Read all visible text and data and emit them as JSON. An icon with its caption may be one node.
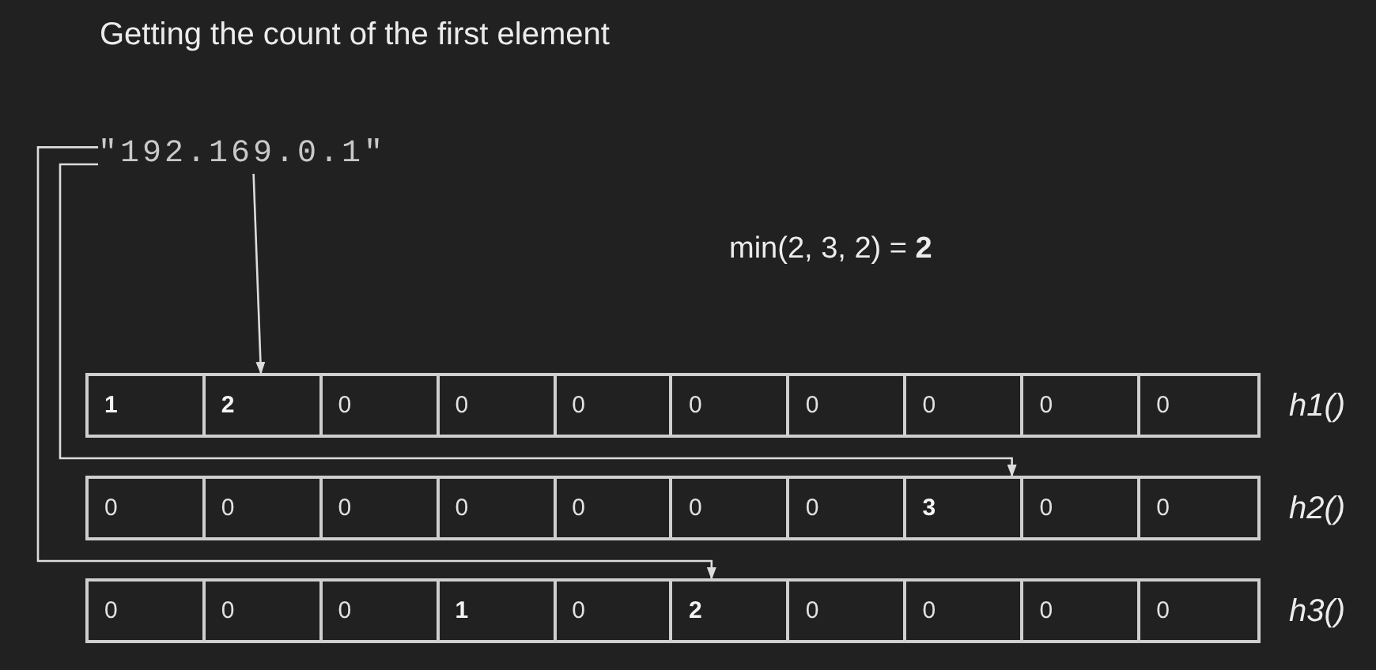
{
  "diagram": {
    "title": "Getting the count of the first element",
    "nodes": [
      {
        "text": [
          "\"192.169.0.1\""
        ]
      },
      {
        "text": [
          "h1()"
        ]
      },
      {
        "text": [
          "1"
        ],
        "in": 1
      },
      {
        "text": [
          "2"
        ],
        "in": 1
      },
      {
        "text": [
          "0"
        ],
        "in": 1
      },
      {
        "text": [
          "0"
        ],
        "in": 1
      },
      {
        "text": [
          "0"
        ],
        "in": 1
      },
      {
        "text": [
          "0"
        ],
        "in": 1
      },
      {
        "text": [
          "0"
        ],
        "in": 1
      },
      {
        "text": [
          "0"
        ],
        "in": 1
      },
      {
        "text": [
          "0"
        ],
        "in": 1
      },
      {
        "text": [
          "0"
        ],
        "in": 1
      },
      {
        "text": [
          "h2()"
        ]
      },
      {
        "text": [
          "0"
        ],
        "in": 12
      },
      {
        "text": [
          "0"
        ],
        "in": 12
      },
      {
        "text": [
          "0"
        ],
        "in": 12
      },
      {
        "text": [
          "0"
        ],
        "in": 12
      },
      {
        "text": [
          "0"
        ],
        "in": 12
      },
      {
        "text": [
          "0"
        ],
        "in": 12
      },
      {
        "text": [
          "0"
        ],
        "in": 12
      },
      {
        "text": [
          "3"
        ],
        "in": 12
      },
      {
        "text": [
          "0"
        ],
        "in": 12
      },
      {
        "text": [
          "0"
        ],
        "in": 12
      },
      {
        "text": [
          "h3()"
        ]
      },
      {
        "text": [
          "0"
        ],
        "in": 23
      },
      {
        "text": [
          "0"
        ],
        "in": 23
      },
      {
        "text": [
          "0"
        ],
        "in": 23
      },
      {
        "text": [
          "1"
        ],
        "in": 23
      },
      {
        "text": [
          "0"
        ],
        "in": 23
      },
      {
        "text": [
          "2"
        ],
        "in": 23
      },
      {
        "text": [
          "0"
        ],
        "in": 23
      },
      {
        "text": [
          "0"
        ],
        "in": 23
      },
      {
        "text": [
          "0"
        ],
        "in": 23
      },
      {
        "text": [
          "0"
        ],
        "in": 23
      }
    ],
    "edges": [
      {
        "from": 0,
        "to": 3,
        "arrow": "to"
      },
      {
        "from": 0,
        "to": 20,
        "arrow": "to"
      },
      {
        "from": 0,
        "to": 29,
        "arrow": "to"
      }
    ],
    "labels": [
      "min(2, 3, 2) = **2**"
    ]
  }
}
